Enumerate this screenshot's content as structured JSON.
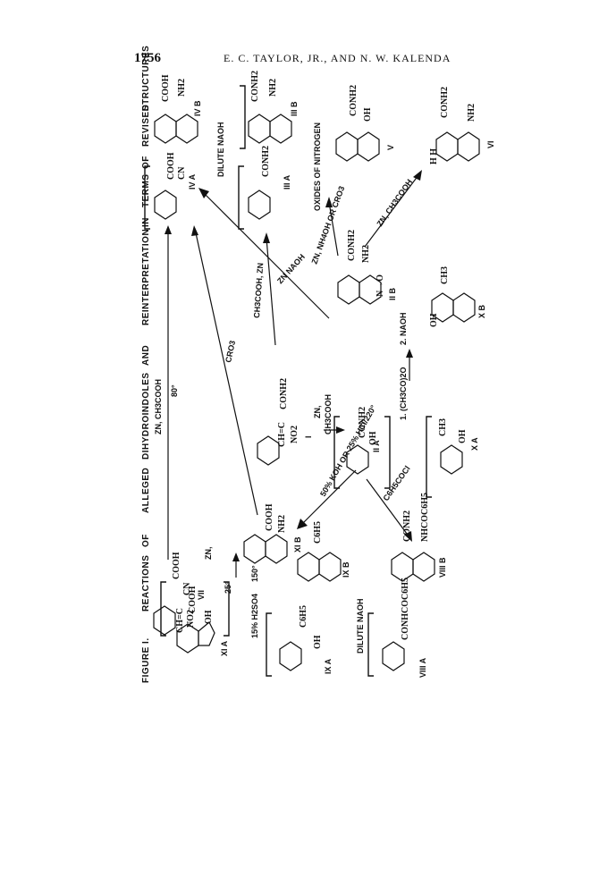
{
  "header": {
    "page_number": "1756",
    "running_head": "E. C. TAYLOR, JR., AND N. W. KALENDA"
  },
  "figure": {
    "caption_words": [
      "FIGURE I.",
      "REACTIONS",
      "OF",
      "ALLEGED",
      "DIHYDROINDOLES",
      "AND",
      "REINTERPRETATION",
      "IN",
      "TERMS",
      "OF",
      "REVISED",
      "STRUCTURES"
    ],
    "compounds": {
      "vii": "VII",
      "xi_a": "XI A",
      "xi_b": "XI B",
      "ix_a": "IX A",
      "ix_b": "IX B",
      "viii_a": "VIII A",
      "viii_b": "VIII B",
      "ii_a": "II A",
      "ii_b": "II B",
      "x_a": "X A",
      "x_b": "X B",
      "i": "I",
      "iv_a": "IV A",
      "iv_b": "IV B",
      "iii_a": "III A",
      "iii_b": "III B",
      "v": "V",
      "vi": "VI"
    },
    "groups": {
      "cooh": "COOH",
      "cn": "CN",
      "no2": "NO2",
      "nh2": "NH2",
      "conh2": "CONH2",
      "oh": "OH",
      "c6h5": "C6H5",
      "ch3": "CH3",
      "conhcoc6h5": "CONHCOC6H5",
      "nhcoc6h5": "NHCOC6H5",
      "ch_eq_c": "CH=C",
      "n_oxide": "N→O",
      "h_h": "H  H"
    },
    "reagents": {
      "zn_acoh_80": "ZN, CH3COOH",
      "deg80": "80°",
      "cro3": "CRO3",
      "zn_ch3cooh": "ZN, CH3COOH",
      "deg25": "25°",
      "h2so4": "15% H2SO4",
      "deg150": "150°",
      "dilute_naoh": "DILUTE NAOH",
      "koh_hcl": "50% KOH OR 25% HCl/220°",
      "c6h5cocl": "C6H5COCl",
      "zn_comma": "ZN,",
      "ch3cooh": "CH3COOH",
      "acetylation_1": "1. (CH3CO)2O",
      "acetylation_2": "2. NAOH",
      "zn_naoh": "ZN NAOH",
      "ch3cooh_zn": "CH3COOH, ZN",
      "zn_nh4oh": "ZN, NH4OH OR CRO3",
      "zn_acoh_vi": "ZN, CH3COOH",
      "dilute_naoh_2": "DILUTE NAOH",
      "oxides_n": "OXIDES OF NITROGEN"
    }
  }
}
